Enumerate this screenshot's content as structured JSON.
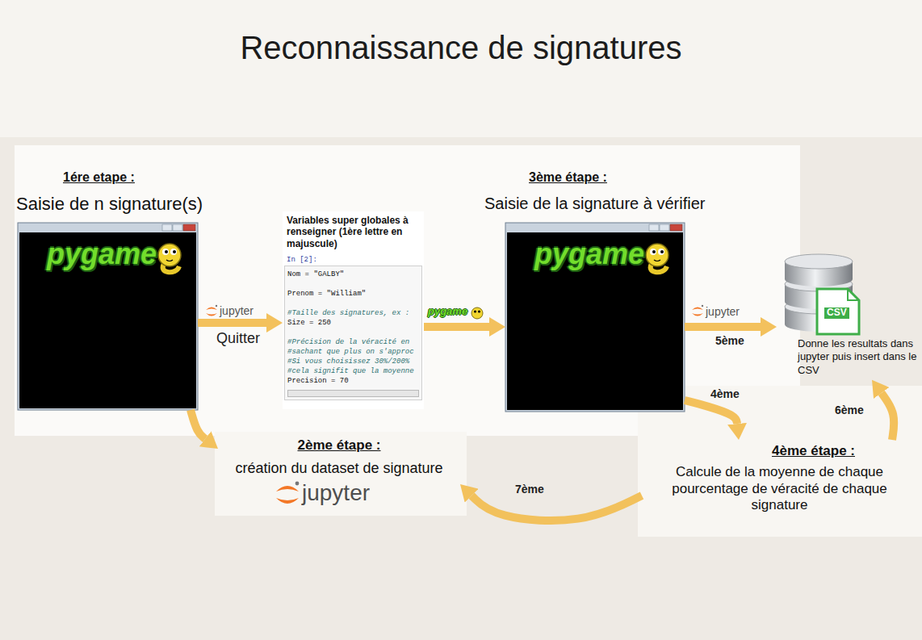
{
  "diagram": {
    "title": "Reconnaissance de signatures",
    "nodes": [
      {
        "text": [
          "1ére etape :",
          "Saisie de n signature(s)"
        ]
      },
      {
        "text": [
          "Variables super globales à renseigner (1ère lettre en majuscule)",
          "In [2]:",
          "Nom = \"GALBY\"",
          "Prenom = \"William\"",
          "#Taille des signatures, ex :",
          "Size = 250",
          "#Précision de la véracité en",
          "#sachant que plus on s'approc",
          "#Si vous choisissez 30%/200%",
          "#cela signifit que la moyenne",
          "Precision = 70"
        ]
      },
      {
        "text": [
          "3ème étape :",
          "Saisie de la signature à vérifier"
        ]
      },
      {
        "text": [
          "Donne les resultats dans jupyter puis insert dans le CSV"
        ]
      },
      {
        "text": [
          "4ème étape :",
          "Calcule de la moyenne de chaque pourcentage de véracité de chaque signature"
        ]
      },
      {
        "text": [
          "2ème étape :",
          "création du dataset de signature"
        ]
      }
    ],
    "edges": [
      {
        "from": 0,
        "to": 1,
        "arrow": "to",
        "label": "Quitter"
      },
      {
        "from": 0,
        "to": 5,
        "arrow": "to"
      },
      {
        "from": 1,
        "to": 2,
        "arrow": "to"
      },
      {
        "from": 2,
        "to": 3,
        "arrow": "to",
        "label": "5ème"
      },
      {
        "from": 2,
        "to": 4,
        "arrow": "to",
        "label": "4ème"
      },
      {
        "from": 4,
        "to": 3,
        "arrow": "to",
        "label": "6ème"
      },
      {
        "from": 4,
        "to": 5,
        "arrow": "to",
        "label": "7ème"
      }
    ],
    "labels": [
      "pygame",
      "jupyter",
      "pygame",
      "pygame",
      "jupyter",
      "CSV",
      "jupyter"
    ]
  }
}
